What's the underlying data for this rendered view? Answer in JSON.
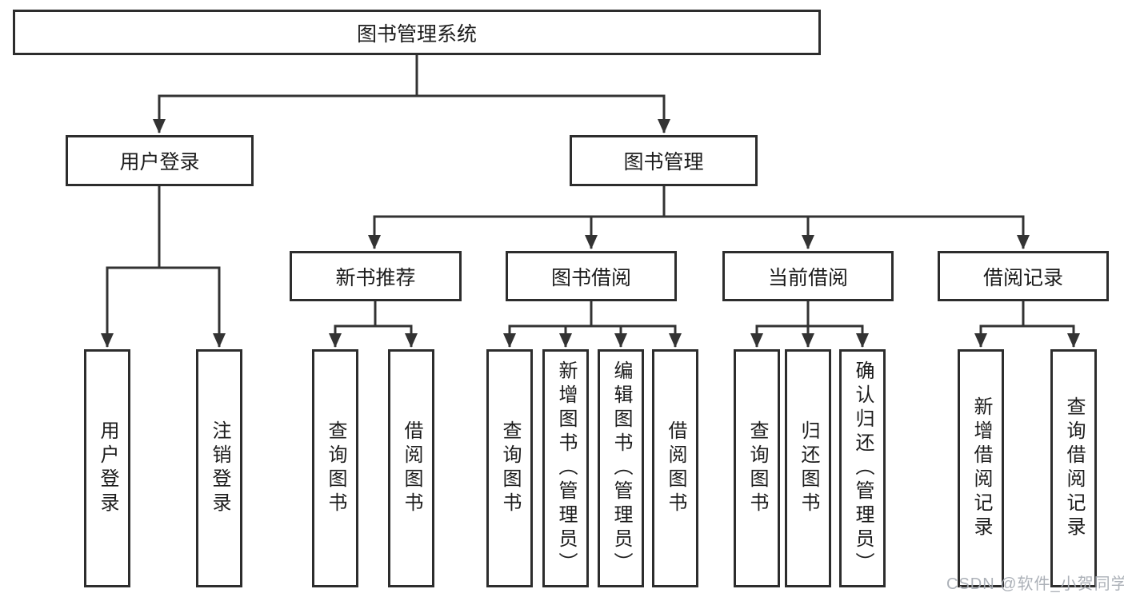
{
  "diagram": {
    "title": "图书管理系统",
    "user_login": {
      "label": "用户登录",
      "children": [
        "用户登录",
        "注销登录"
      ]
    },
    "book_mgmt": {
      "label": "图书管理"
    },
    "new_books": {
      "label": "新书推荐",
      "children": [
        "查询图书",
        "借阅图书"
      ]
    },
    "borrowing": {
      "label": "图书借阅",
      "children": [
        "查询图书",
        "新增图书（管理员）",
        "编辑图书（管理员）",
        "借阅图书"
      ]
    },
    "current_loans": {
      "label": "当前借阅",
      "children": [
        "查询图书",
        "归还图书",
        "确认归还（管理员）"
      ]
    },
    "loan_records": {
      "label": "借阅记录",
      "children": [
        "新增借阅记录",
        "查询借阅记录"
      ]
    }
  },
  "watermark": {
    "text": "CSDN @软件_小贺同学"
  },
  "colors": {
    "line": "#333333",
    "box_border": "#2d2d2d",
    "text": "#1c1c1c",
    "background": "#ffffff",
    "watermark": "#a8adb4"
  }
}
